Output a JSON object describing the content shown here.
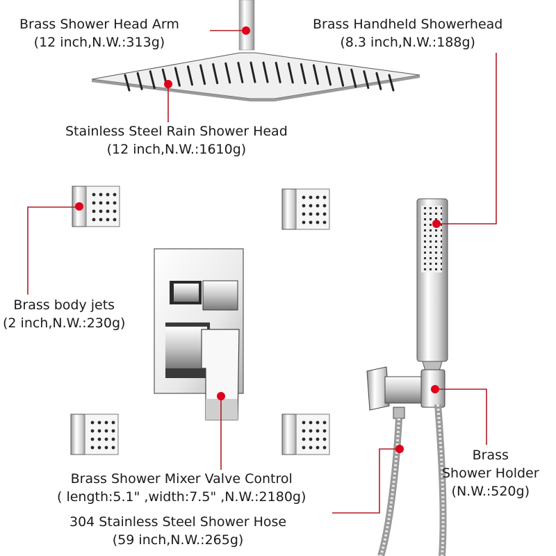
{
  "labels": {
    "arm": {
      "title": "Brass Shower Head Arm",
      "spec": "(12 inch,N.W.:313g)"
    },
    "handheld": {
      "title": "Brass Handheld Showerhead",
      "spec": "(8.3 inch,N.W.:188g)"
    },
    "rain_head": {
      "title": "Stainless Steel Rain Shower Head",
      "spec": "(12 inch,N.W.:1610g)"
    },
    "body_jets": {
      "title": "Brass body jets",
      "spec": "(2 inch,N.W.:230g)"
    },
    "mixer": {
      "title": "Brass Shower Mixer Valve Control",
      "spec": "( length:5.1\"   ,width:7.5\"   ,N.W.:2180g)"
    },
    "hose": {
      "title": "304 Stainless Steel Shower Hose",
      "spec": "(59 inch,N.W.:265g)"
    },
    "holder": {
      "line1": "Brass",
      "line2": "Shower Holder",
      "spec": "(N.W.:520g)"
    }
  },
  "colors": {
    "marker": "#e0001b",
    "leader": "#b01a22",
    "chrome_light": "#f4f4f4",
    "chrome_dark": "#3a3a3a"
  }
}
